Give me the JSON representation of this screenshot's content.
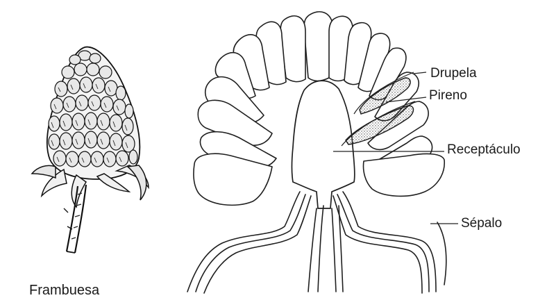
{
  "figure": {
    "caption": "Frambuesa",
    "labels": {
      "drupela": "Drupela",
      "pireno": "Pireno",
      "receptaculo": "Receptáculo",
      "sepalo": "Sépalo"
    }
  }
}
